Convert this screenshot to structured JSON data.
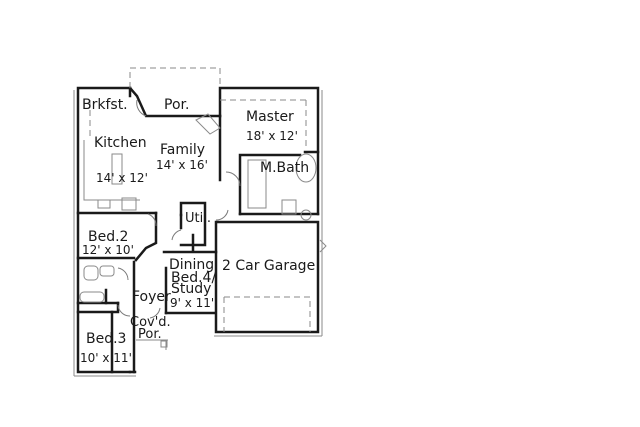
{
  "plan": {
    "wall_color": "#1a1a1a",
    "dashed_color": "#8a8a8a",
    "fixture_color": "#7a7a7a",
    "rooms": {
      "breakfast": {
        "name": "Brkfst."
      },
      "porch_rear": {
        "name": "Por."
      },
      "master": {
        "name": "Master",
        "size": "18' x 12'"
      },
      "kitchen": {
        "name": "Kitchen",
        "size": "14' x 12'"
      },
      "family": {
        "name": "Family",
        "size": "14' x 16'"
      },
      "master_bath": {
        "name": "M.Bath"
      },
      "utility": {
        "name": "Util."
      },
      "bed2": {
        "name": "Bed.2",
        "size": "12' x 10'"
      },
      "dining": {
        "name": "Dining",
        "alt_name_1": "Bed.4/",
        "alt_name_2": "Study",
        "size": "9' x 11'"
      },
      "garage": {
        "name": "2 Car Garage"
      },
      "foyer": {
        "name": "Foyer"
      },
      "covered_porch": {
        "name_1": "Cov'd.",
        "name_2": "Por."
      },
      "bed3": {
        "name": "Bed.3",
        "size": "10' x 11'"
      }
    }
  }
}
